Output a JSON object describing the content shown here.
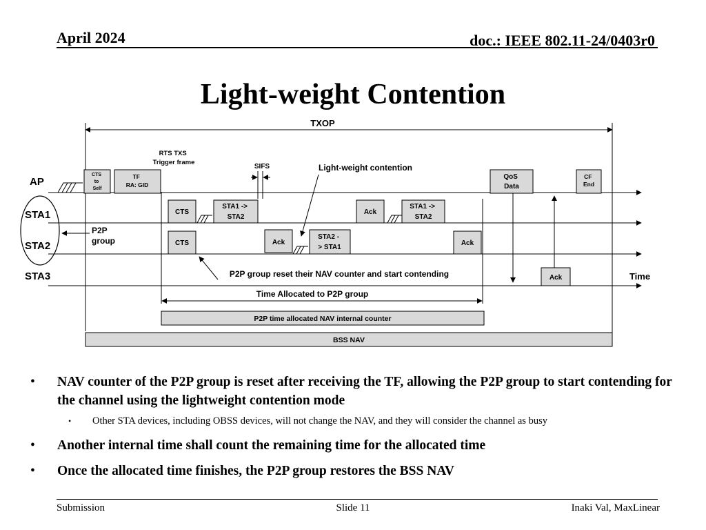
{
  "header": {
    "date": "April 2024",
    "doc": "doc.: IEEE 802.11-24/0403r0"
  },
  "title": "Light-weight Contention",
  "diagram": {
    "txop": "TXOP",
    "rts_line1": "RTS TXS",
    "rts_line2": "Trigger frame",
    "sifs": "SIFS",
    "lw_contention": "Light-weight contention",
    "stations": {
      "ap": "AP",
      "sta1": "STA1",
      "sta2": "STA2",
      "sta3": "STA3"
    },
    "p2p_group": [
      "P2P",
      "group"
    ],
    "time": "Time",
    "frames": {
      "cts_self": [
        "CTS",
        "to",
        "Self"
      ],
      "tf": [
        "TF",
        "RA: GID"
      ],
      "qos": [
        "QoS",
        "Data"
      ],
      "cf_end": [
        "CF",
        "End"
      ],
      "cts": "CTS",
      "sta1_sta2": [
        "STA1 ->",
        "STA2"
      ],
      "ack": "Ack",
      "sta2_sta1": [
        "STA2 -",
        "> STA1"
      ]
    },
    "reset_note": "P2P group reset their NAV counter and start contending",
    "time_allocated": "Time Allocated to P2P group",
    "p2p_nav_bar": "P2P time allocated NAV internal counter",
    "bss_nav_bar": "BSS NAV"
  },
  "bullets": {
    "b1": "NAV counter of the P2P group is reset after receiving the TF, allowing the P2P group to start contending for the channel using the lightweight contention mode",
    "b1_sub": "Other STA devices, including OBSS devices, will not change the NAV, and they will consider the channel as busy",
    "b2": "Another internal time shall count the remaining time for the allocated time",
    "b3": "Once the allocated time finishes, the P2P group restores the BSS NAV"
  },
  "footer": {
    "left": "Submission",
    "center": "Slide 11",
    "right": "Inaki Val, MaxLinear"
  }
}
